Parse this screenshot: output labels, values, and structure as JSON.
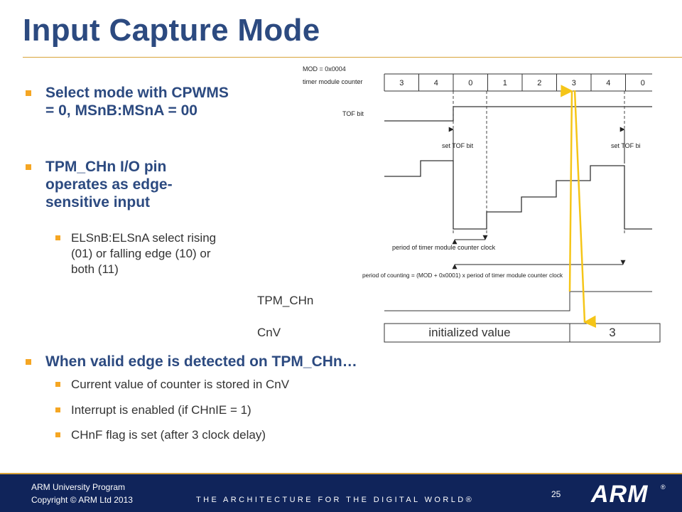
{
  "title": "Input Capture Mode",
  "bullets": {
    "b1": "Select mode with CPWMS = 0, MSnB:MSnA = 00",
    "b2": "TPM_CHn I/O pin operates as edge-sensitive input",
    "b2_sub": "ELSnB:ELSnA select rising (01) or falling edge (10) or both (11)",
    "b3": "When valid edge is detected on TPM_CHn…",
    "b3_subs": [
      "Current value of counter is stored in CnV",
      "Interrupt is enabled (if CHnIE = 1)",
      "CHnF flag is set (after 3 clock delay)"
    ]
  },
  "diagram": {
    "mod_label": "MOD = 0x0004",
    "counter_label": "timer module counter",
    "counter_values": [
      "3",
      "4",
      "0",
      "1",
      "2",
      "3",
      "4",
      "0"
    ],
    "tof_label": "TOF bit",
    "set_tof_1": "set TOF bit",
    "set_tof_2": "set TOF bi",
    "period_clock": "period of timer module counter clock",
    "period_counting": "period of counting = (MOD + 0x0001) x period of timer module counter clock",
    "tpm_label": "TPM_CHn",
    "cnv_label": "CnV",
    "cnv_initial": "initialized value",
    "cnv_captured": "3",
    "arrow_color": "#f5c518"
  },
  "footer": {
    "program": "ARM University Program",
    "copyright": "Copyright © ARM Ltd 2013",
    "tagline": "THE ARCHITECTURE FOR THE DIGITAL WORLD®",
    "page": "25",
    "logo": "ARM",
    "logo_reg": "®"
  }
}
